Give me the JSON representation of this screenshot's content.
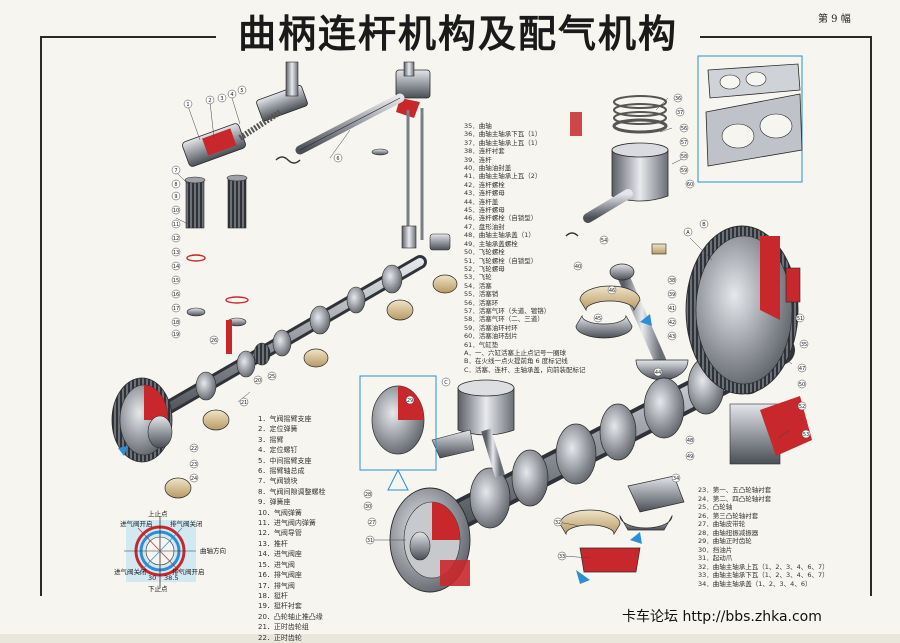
{
  "title": "曲柄连杆机构及配气机构",
  "page_number": "第 9 幅",
  "watermark": "卡车论坛  http://bbs.zhka.com",
  "timing_diagram": {
    "top_label": "上止点",
    "bottom_label": "下止点",
    "intake_open": "进气阀开启",
    "exhaust_close": "排气阀关闭",
    "intake_close": "进气阀关闭",
    "exhaust_open": "排气阀开启",
    "rotation": "曲轴方向",
    "angle_1": "30",
    "angle_2": "38.5"
  },
  "legend_a": [
    "1．气阀摇臂支座",
    "2．定位弹簧",
    "3．摇臂",
    "4．定位螺钉",
    "5．中间摇臂支座",
    "6．摇臂轴总成",
    "7．气阀锁块",
    "8．气阀间隙调整螺栓",
    "9．弹簧座",
    "10．气阀弹簧",
    "11．进气阀内弹簧",
    "12．气阀导管",
    "13．推杆",
    "14．进气阀座",
    "15．进气阀",
    "16．排气阀座",
    "17．排气阀",
    "18．挺杆",
    "19．挺杆衬套",
    "20．凸轮轴止推凸缘",
    "21．正时齿轮组",
    "22．正时齿轮"
  ],
  "legend_b": [
    "35．曲轴",
    "36．曲轴主轴承下瓦（1）",
    "37．曲轴主轴承上瓦（1）",
    "38．连杆衬套",
    "39．连杆",
    "40．曲轴油封盖",
    "41．曲轴主轴承上瓦（2）",
    "42．连杆螺栓",
    "43．连杆螺母",
    "44．连杆盖",
    "45．连杆螺母",
    "46．连杆螺栓（自锁型）",
    "47．盘形油封",
    "48．曲轴主轴承盖（1）",
    "49．主轴承盖螺栓",
    "50．飞轮螺栓",
    "51．飞轮螺栓（自锁型）",
    "52．飞轮螺母",
    "53．飞轮",
    "54．活塞",
    "55．活塞销",
    "56．活塞环",
    "57．活塞气环（头道、镀铬）",
    "58．活塞气环（二、三道）",
    "59．活塞油环衬环",
    "60．活塞油环刮片",
    "61．气缸垫",
    "A．一、六缸活塞上止点记号一圈球",
    "B．在火线一点火提前角 6 度标记线",
    "C．活塞、连杆、主轴承盖，向前装配标记"
  ],
  "legend_c": [
    "23．第一、五凸轮轴衬套",
    "24．第二、四凸轮轴衬套",
    "25．凸轮轴",
    "26．第三凸轮轴衬套",
    "27．曲轴皮带轮",
    "28．曲轴扭振减振器",
    "29．曲轴正时齿轮",
    "30．挡油片",
    "31．起动爪",
    "32．曲轴主轴承上瓦（1、2、3、4、6、7）",
    "33．曲轴主轴承下瓦（1、2、3、4、6、7）",
    "34．曲轴主轴承盖（1、2、3、4、6）"
  ],
  "callouts": [
    "1",
    "2",
    "3",
    "4",
    "5",
    "6",
    "7",
    "8",
    "9",
    "10",
    "11",
    "12",
    "13",
    "14",
    "15",
    "16",
    "17",
    "18",
    "19",
    "20",
    "21",
    "22",
    "23",
    "24",
    "25",
    "26",
    "27",
    "28",
    "29",
    "30",
    "31",
    "32",
    "33",
    "34",
    "35",
    "36",
    "37",
    "38",
    "39",
    "40",
    "41",
    "42",
    "43",
    "44",
    "45",
    "46",
    "47",
    "48",
    "49",
    "50",
    "51",
    "52",
    "53",
    "54",
    "55",
    "56",
    "57",
    "58",
    "59",
    "60",
    "A",
    "B",
    "C"
  ],
  "colors": {
    "section_red": "#c8282c",
    "steel": "#8a8d93",
    "outline": "#2a2a2a",
    "callout_line": "#444444",
    "accent_blue": "#2a8fd4"
  }
}
